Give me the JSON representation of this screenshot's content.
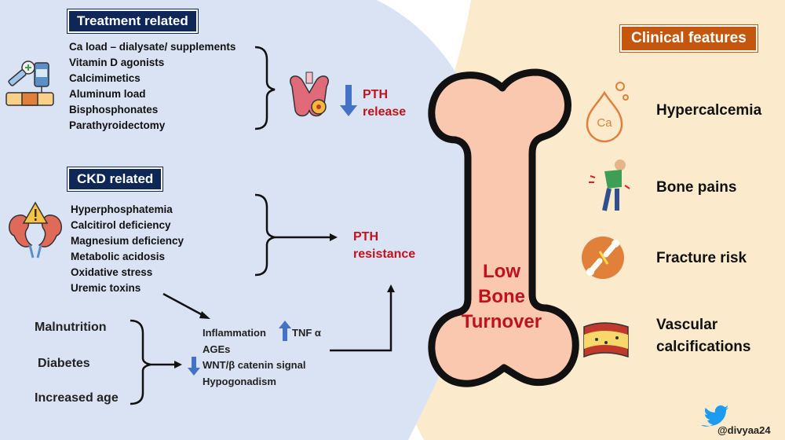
{
  "treatment": {
    "header": "Treatment related",
    "items": [
      "Ca load – dialysate/ supplements",
      "Vitamin D agonists",
      "Calcimimetics",
      "Aluminum load",
      "Bisphosphonates",
      "Parathyroidectomy"
    ],
    "effect_line1": "PTH",
    "effect_line2": "release"
  },
  "ckd": {
    "header": "CKD related",
    "items": [
      "Hyperphosphatemia",
      "Calcitirol deficiency",
      "Magnesium deficiency",
      "Metabolic acidosis",
      "Oxidative stress",
      "Uremic toxins"
    ],
    "effect_line1": "PTH",
    "effect_line2": "resistance"
  },
  "risk_factors": [
    "Malnutrition",
    "Diabetes",
    "Increased age"
  ],
  "mediators": {
    "inflammation": "Inflammation",
    "tnf": "TNF α",
    "ages": "AGEs",
    "wnt": "WNT/β catenin signal",
    "hypogonadism": "Hypogonadism"
  },
  "bone": {
    "line1": "Low",
    "line2": "Bone",
    "line3": "Turnover"
  },
  "clinical": {
    "header": "Clinical features",
    "features": [
      {
        "label": "Hypercalcemia",
        "icon": "calcium-drop-icon"
      },
      {
        "label": "Bone pains",
        "icon": "back-pain-person-icon"
      },
      {
        "label": "Fracture risk",
        "icon": "broken-bone-icon"
      },
      {
        "label_line1": "Vascular",
        "label_line2": "calcifications",
        "icon": "calcified-vessel-icon"
      }
    ]
  },
  "ca_symbol": "Ca",
  "footer": {
    "handle": "@divyaa24"
  },
  "colors": {
    "left_bg": "#dae3f3",
    "right_bg": "#fbeacb",
    "navy": "#0f2757",
    "orange": "#c5560e",
    "red_text": "#c0121e",
    "bone_fill": "#f9c8ae",
    "arrow_blue": "#4472c4"
  }
}
